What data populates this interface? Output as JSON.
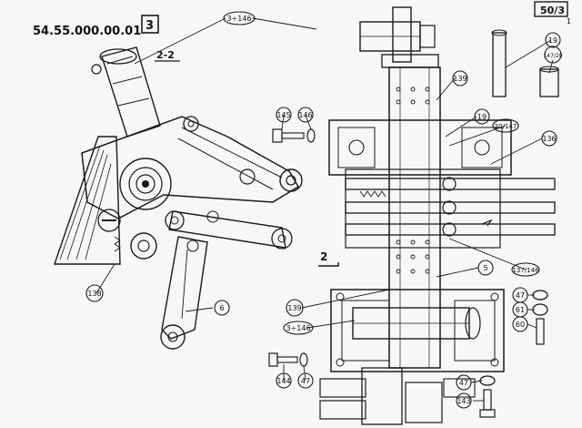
{
  "header": {
    "drawing_number": "54.55.000.00.01",
    "sheet_box": "3",
    "page_ref": "50/3",
    "page_index": "1",
    "section_label": "2-2",
    "section_marker": "2"
  },
  "callouts": [
    {
      "id": "c1",
      "label": "3÷146"
    },
    {
      "id": "c2",
      "label": "19"
    },
    {
      "id": "c3",
      "label": "147/20"
    },
    {
      "id": "c4",
      "label": "139"
    },
    {
      "id": "c5",
      "label": "19"
    },
    {
      "id": "c6",
      "label": "20/147"
    },
    {
      "id": "c7",
      "label": "136"
    },
    {
      "id": "c8",
      "label": "145"
    },
    {
      "id": "c9",
      "label": "146"
    },
    {
      "id": "c10",
      "label": "137/146"
    },
    {
      "id": "c11",
      "label": "5"
    },
    {
      "id": "c12",
      "label": "47"
    },
    {
      "id": "c13",
      "label": "61"
    },
    {
      "id": "c14",
      "label": "60"
    },
    {
      "id": "c15",
      "label": "138"
    },
    {
      "id": "c16",
      "label": "6"
    },
    {
      "id": "c17",
      "label": "139"
    },
    {
      "id": "c18",
      "label": "3÷146"
    },
    {
      "id": "c19",
      "label": "144"
    },
    {
      "id": "c20",
      "label": "47"
    },
    {
      "id": "c21",
      "label": "47"
    },
    {
      "id": "c22",
      "label": "143"
    }
  ],
  "colors": {
    "ink": "#1a1a1a",
    "paper": "#f7f7f5"
  }
}
